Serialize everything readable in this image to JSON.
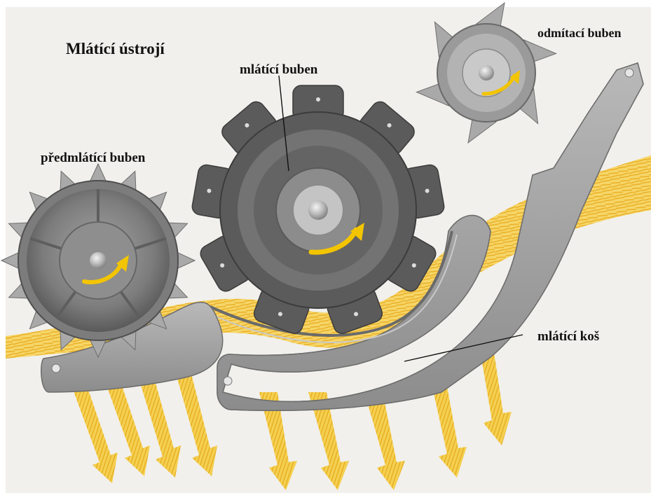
{
  "title": "Mlátící ústrojí",
  "labels": {
    "threshing_drum": "mlátící buben",
    "beater_drum": "odmítací buben",
    "pre_threshing_drum": "předmlátící buben",
    "concave": "mlátící koš"
  },
  "colors": {
    "background": "#f1f0ec",
    "frame": "#ffffff",
    "drum_light": "#b4b4b4",
    "drum_mid": "#8a8a8a",
    "drum_dark": "#575757",
    "concave": "#9c9c9c",
    "straw": "#f2c12e",
    "arrow": "#f3c400",
    "leader_line": "#111111"
  }
}
